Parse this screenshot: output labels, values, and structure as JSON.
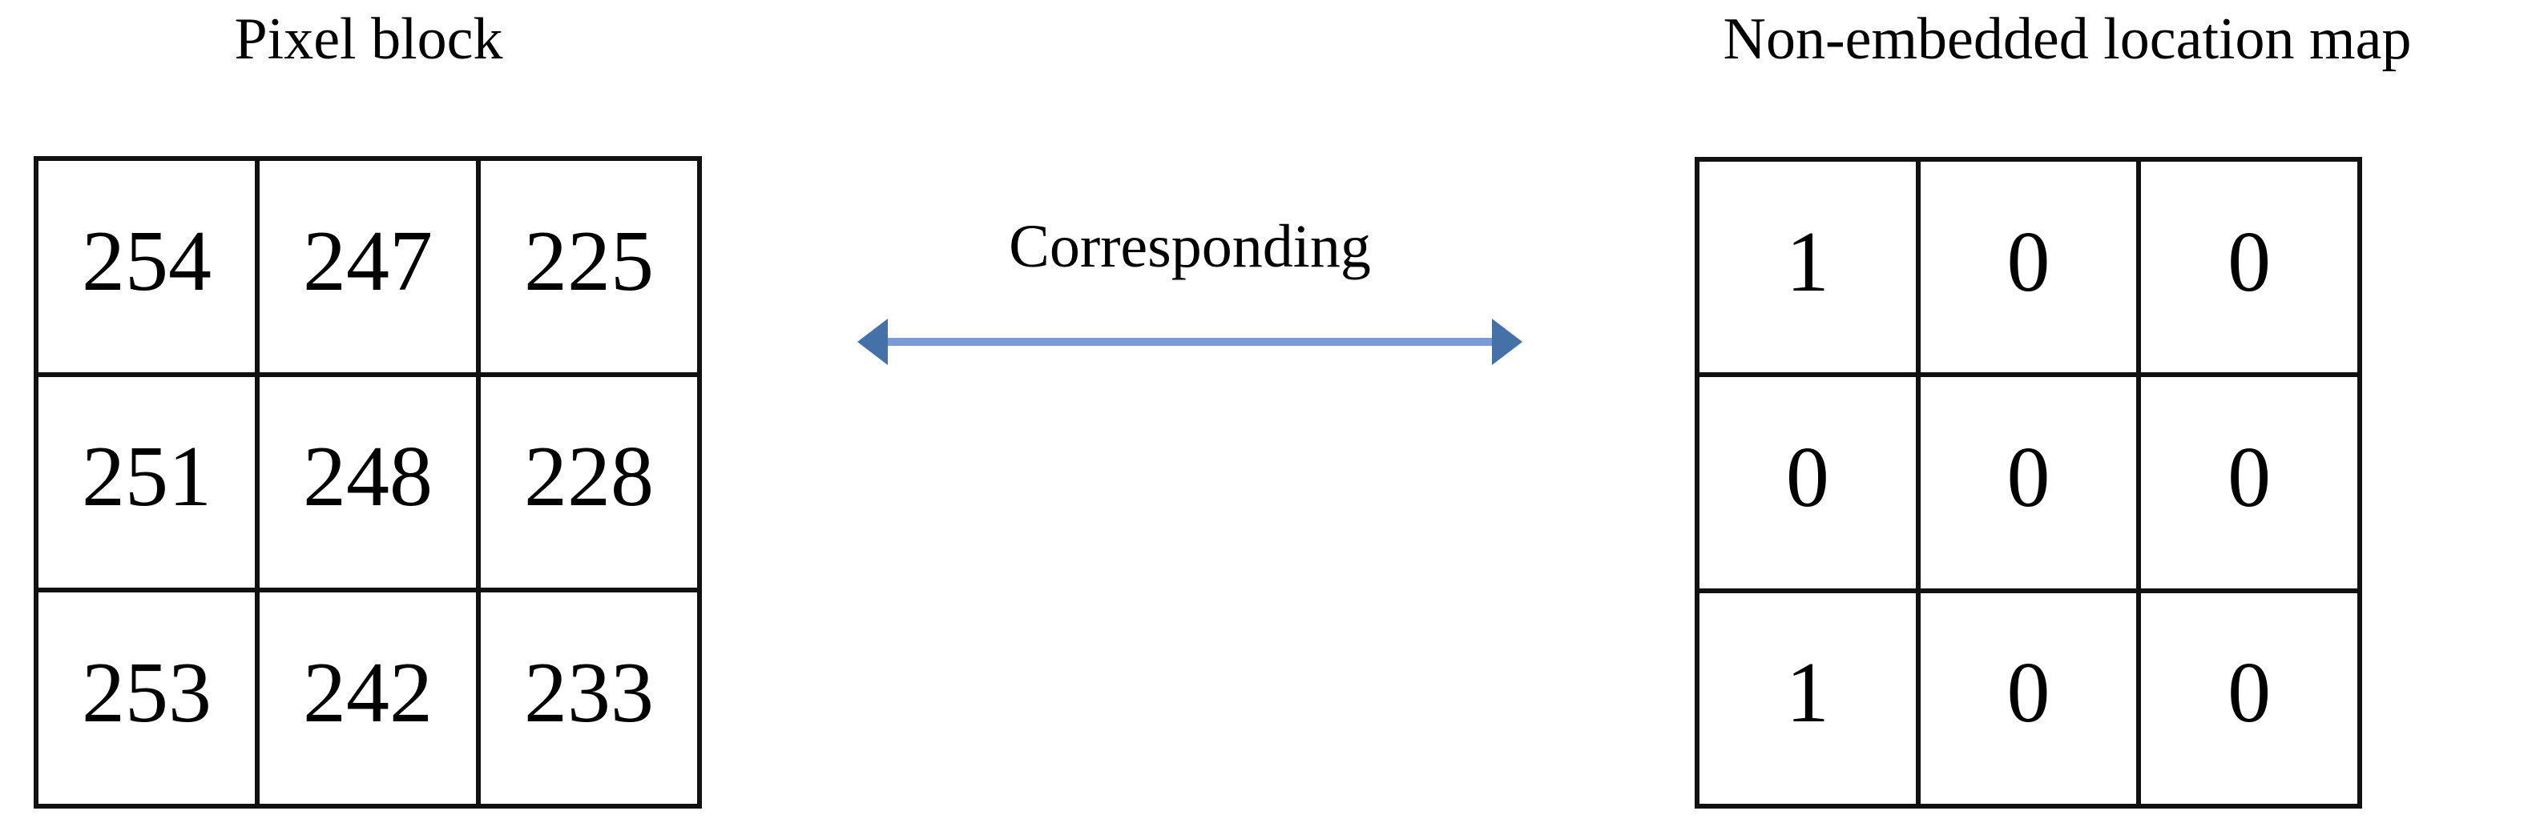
{
  "figure": {
    "type": "diagram",
    "background_color": "#ffffff"
  },
  "left_panel": {
    "title": "Pixel block",
    "grid": {
      "rows": 3,
      "cols": 3,
      "values": [
        [
          "254",
          "247",
          "225"
        ],
        [
          "251",
          "248",
          "228"
        ],
        [
          "253",
          "242",
          "233"
        ]
      ]
    }
  },
  "right_panel": {
    "title": "Non-embedded location map",
    "grid": {
      "rows": 3,
      "cols": 3,
      "values": [
        [
          "1",
          "0",
          "0"
        ],
        [
          "0",
          "0",
          "0"
        ],
        [
          "1",
          "0",
          "0"
        ]
      ]
    }
  },
  "connector": {
    "label": "Corresponding",
    "arrow_icon": "double-headed-arrow-icon",
    "arrow_head_color": "#4472a8",
    "arrow_shaft_color": "#7b9bd5",
    "direction": "bidirectional"
  },
  "colors": {
    "border": "#111111",
    "text": "#000000",
    "accent_blue": "#4472a8",
    "accent_blue_light": "#7b9bd5"
  }
}
